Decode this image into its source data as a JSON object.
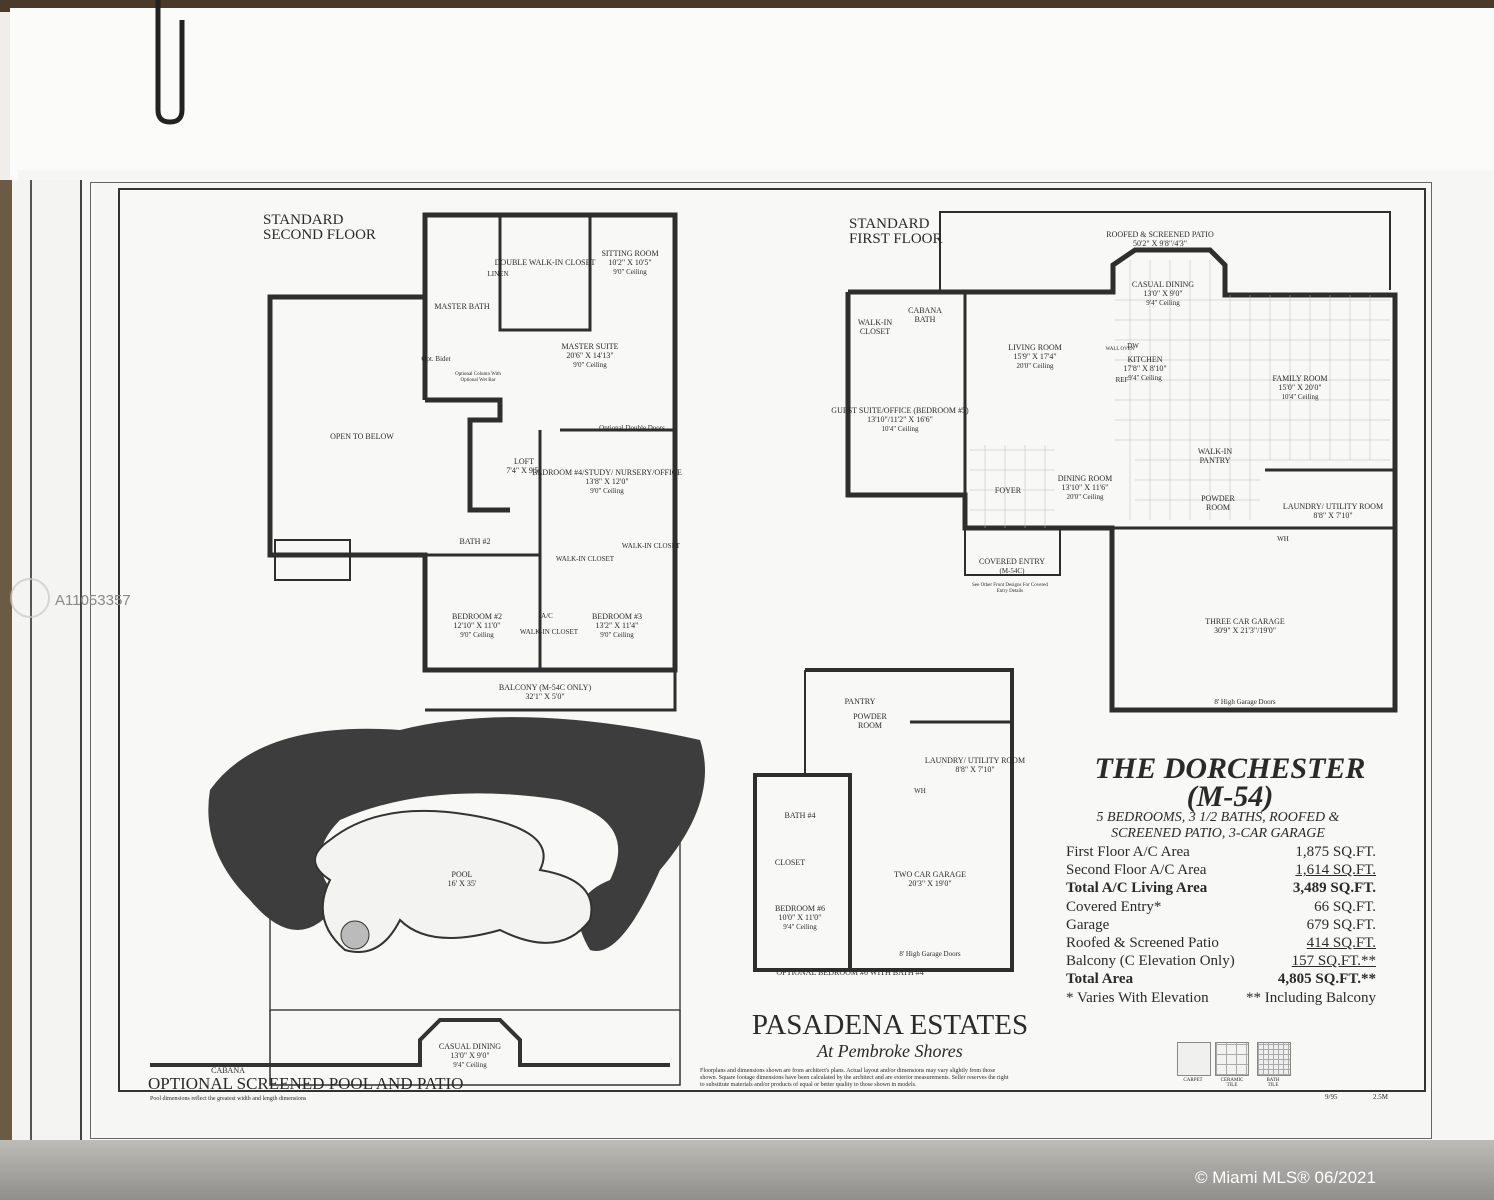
{
  "title": "THE DORCHESTER",
  "model": "(M-54)",
  "subtitle_line1": "5 BEDROOMS, 3 1/2 BATHS, ROOFED &",
  "subtitle_line2": "SCREENED PATIO, 3-CAR GARAGE",
  "areas": [
    {
      "label": "First Floor A/C Area",
      "value": "1,875 SQ.FT."
    },
    {
      "label": "Second Floor A/C Area",
      "value": "1,614 SQ.FT."
    },
    {
      "label": "Total A/C Living Area",
      "value": "3,489 SQ.FT."
    },
    {
      "label": "Covered Entry*",
      "value": "66 SQ.FT."
    },
    {
      "label": "Garage",
      "value": "679 SQ.FT."
    },
    {
      "label": "Roofed & Screened Patio",
      "value": "414 SQ.FT."
    },
    {
      "label": "Balcony (C Elevation Only)",
      "value": "157 SQ.FT.**"
    },
    {
      "label": "Total Area",
      "value": "4,805 SQ.FT.**"
    }
  ],
  "footnote1": "* Varies With Elevation",
  "footnote2": "** Including Balcony",
  "brand": "PASADENA ESTATES",
  "brand_sub": "At Pembroke Shores",
  "disclaimer": "Floorplans and dimensions shown are from architect's plans. Actual layout and/or dimensions may vary slightly from those shown. Square footage dimensions have been calculated by the architect and are exterior measurements. Seller reserves the right to substitute materials and/or products of equal or better quality to those shown in models.",
  "legend": [
    "CARPET",
    "CERAMIC TILE",
    "BATH TILE"
  ],
  "print_code": "9/95",
  "print_run": "2.5M",
  "second_floor": {
    "heading1": "STANDARD",
    "heading2": "SECOND FLOOR",
    "rooms": [
      {
        "name": "DOUBLE WALK-IN CLOSET",
        "dim": ""
      },
      {
        "name": "SITTING ROOM",
        "dim": "10'2\" X 10'5\"",
        "ceiling": "9'0\" Ceiling"
      },
      {
        "name": "MASTER BATH",
        "dim": ""
      },
      {
        "name": "MASTER SUITE",
        "dim": "20'6\" X 14'13\"",
        "ceiling": "9'0\" Ceiling"
      },
      {
        "name": "OPEN TO BELOW",
        "dim": ""
      },
      {
        "name": "LOFT",
        "dim": "7'4\" X 9'5\""
      },
      {
        "name": "BEDROOM #4/STUDY/ NURSERY/OFFICE",
        "dim": "13'8\" X 12'0\"",
        "ceiling": "9'0\" Ceiling"
      },
      {
        "name": "BATH #2",
        "dim": ""
      },
      {
        "name": "BEDROOM #2",
        "dim": "12'10\" X 11'0\"",
        "ceiling": "9'0\" Ceiling"
      },
      {
        "name": "BEDROOM #3",
        "dim": "13'2\" X 11'4\"",
        "ceiling": "9'0\" Ceiling"
      },
      {
        "name": "BALCONY (M-54C ONLY)",
        "dim": "32'1\" X 5'0\""
      }
    ],
    "notes": [
      "Optional Double Doors",
      "Opt. Bidet",
      "Optional Column With Optional Wet Bar",
      "LINEN",
      "WALK-IN CLOSET",
      "WALK-IN CLOSET",
      "WALK-IN CLOSET",
      "A/C"
    ]
  },
  "first_floor": {
    "heading1": "STANDARD",
    "heading2": "FIRST FLOOR",
    "rooms": [
      {
        "name": "ROOFED & SCREENED PATIO",
        "dim": "50'2\" X 9'8\"/4'3\""
      },
      {
        "name": "CASUAL DINING",
        "dim": "13'0\" X 9'0\"",
        "ceiling": "9'4\" Ceiling"
      },
      {
        "name": "WALK-IN CLOSET",
        "dim": ""
      },
      {
        "name": "CABANA BATH",
        "dim": ""
      },
      {
        "name": "LIVING ROOM",
        "dim": "15'9\" X 17'4\"",
        "ceiling": "20'0\" Ceiling"
      },
      {
        "name": "KITCHEN",
        "dim": "17'8\" X 8'10\"",
        "ceiling": "9'4\" Ceiling"
      },
      {
        "name": "FAMILY ROOM",
        "dim": "15'0\" X 20'0\"",
        "ceiling": "10'4\" Ceiling"
      },
      {
        "name": "GUEST SUITE/OFFICE (BEDROOM #5)",
        "dim": "13'10\"/11'2\" X 16'6\"",
        "ceiling": "10'4\" Ceiling"
      },
      {
        "name": "FOYER",
        "dim": ""
      },
      {
        "name": "DINING ROOM",
        "dim": "13'10\" X 11'6\"",
        "ceiling": "20'0\" Ceiling"
      },
      {
        "name": "WALK-IN PANTRY",
        "dim": ""
      },
      {
        "name": "POWDER ROOM",
        "dim": ""
      },
      {
        "name": "LAUNDRY/ UTILITY ROOM",
        "dim": "8'8\" X 7'10\""
      },
      {
        "name": "COVERED ENTRY",
        "dim": "(M-54C)"
      },
      {
        "name": "THREE CAR GARAGE",
        "dim": "30'9\" X 21'3\"/19'0\""
      }
    ],
    "notes": [
      "WALL OVEN",
      "REF",
      "DW",
      "WH",
      "See Other Front Designs For Covered Entry Details",
      "8' High Garage Doors"
    ]
  },
  "optional_bedroom": {
    "caption": "OPTIONAL BEDROOM #6 WITH BATH #4",
    "rooms": [
      {
        "name": "PANTRY",
        "dim": ""
      },
      {
        "name": "POWDER ROOM",
        "dim": ""
      },
      {
        "name": "LAUNDRY/ UTILITY ROOM",
        "dim": "8'8\" X 7'10\""
      },
      {
        "name": "BATH #4",
        "dim": ""
      },
      {
        "name": "CLOSET",
        "dim": ""
      },
      {
        "name": "BEDROOM #6",
        "dim": "10'0\" X 11'0\"",
        "ceiling": "9'4\" Ceiling"
      },
      {
        "name": "TWO CAR GARAGE",
        "dim": "20'3\" X 19'0\""
      }
    ],
    "notes": [
      "8' High Garage Doors",
      "WH"
    ]
  },
  "pool": {
    "title": "OPTIONAL SCREENED POOL AND PATIO",
    "note": "Pool dimensions reflect the greatest width and length dimensions",
    "pool_label": "POOL",
    "pool_dim": "16' X 35'",
    "dining": "CASUAL DINING",
    "dining_dim": "13'0\" X 9'0\"",
    "dining_ceiling": "9'4\" Ceiling",
    "cabana": "CABANA"
  },
  "mls_id": "A11053357",
  "watermark": "© Miami MLS® 06/2021"
}
